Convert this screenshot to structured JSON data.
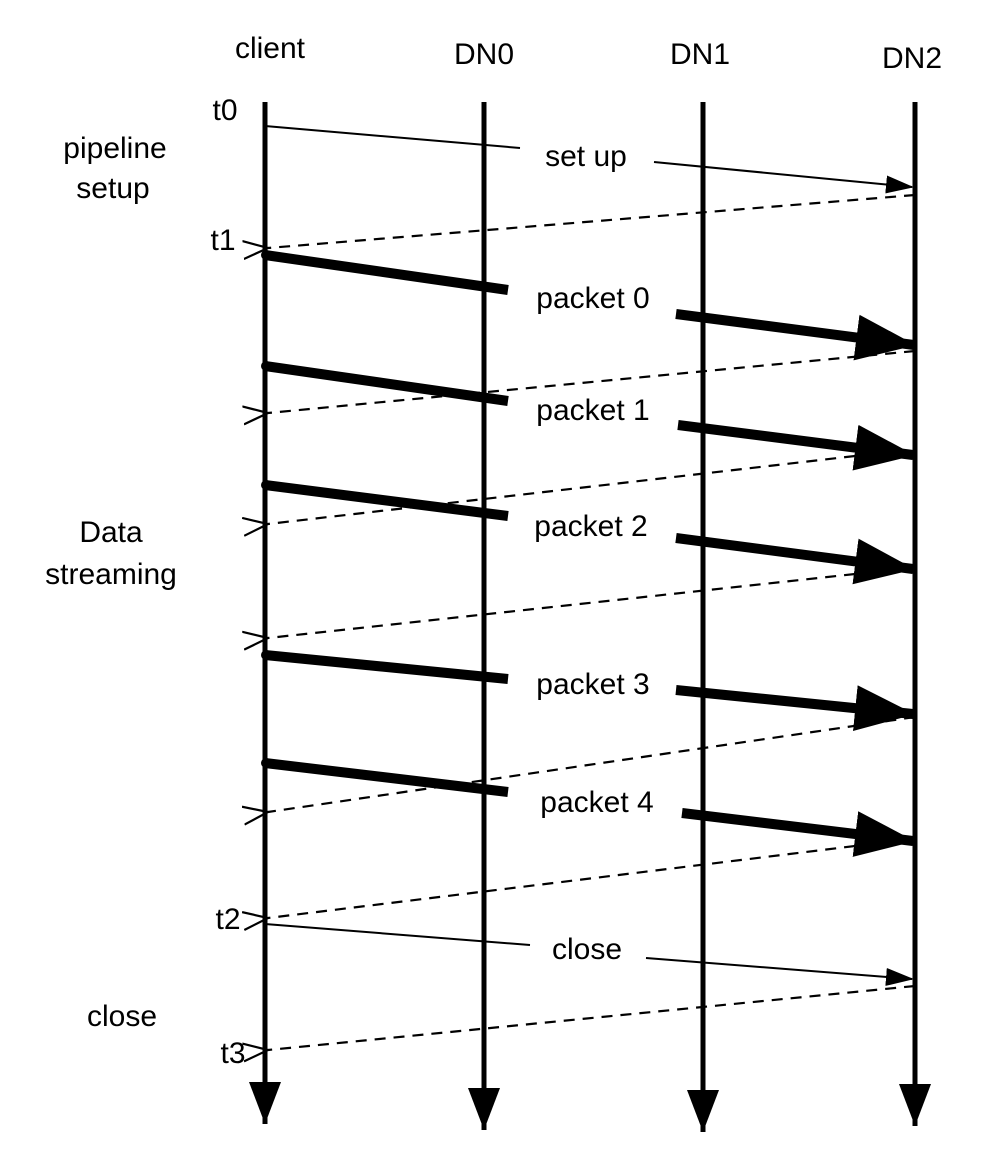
{
  "participants": [
    {
      "id": "client",
      "label": "client"
    },
    {
      "id": "dn0",
      "label": "DN0"
    },
    {
      "id": "dn1",
      "label": "DN1"
    },
    {
      "id": "dn2",
      "label": "DN2"
    }
  ],
  "time_labels": [
    "t0",
    "t1",
    "t2",
    "t3"
  ],
  "phases": [
    {
      "id": "pipeline-setup",
      "lines": [
        "pipeline",
        "setup"
      ]
    },
    {
      "id": "data-streaming",
      "lines": [
        "Data",
        "streaming"
      ]
    },
    {
      "id": "close",
      "lines": [
        "close"
      ]
    }
  ],
  "messages": [
    {
      "id": "setup",
      "label": "set up",
      "style": "thin"
    },
    {
      "id": "packet-0",
      "label": "packet 0",
      "style": "thick"
    },
    {
      "id": "packet-1",
      "label": "packet 1",
      "style": "thick"
    },
    {
      "id": "packet-2",
      "label": "packet 2",
      "style": "thick"
    },
    {
      "id": "packet-3",
      "label": "packet 3",
      "style": "thick"
    },
    {
      "id": "packet-4",
      "label": "packet 4",
      "style": "thick"
    },
    {
      "id": "close",
      "label": "close",
      "style": "thin"
    }
  ],
  "acks": [
    {
      "id": "ack-setup"
    },
    {
      "id": "ack-packet-0"
    },
    {
      "id": "ack-packet-1"
    },
    {
      "id": "ack-packet-2"
    },
    {
      "id": "ack-packet-3"
    },
    {
      "id": "ack-packet-4"
    },
    {
      "id": "ack-close"
    }
  ]
}
